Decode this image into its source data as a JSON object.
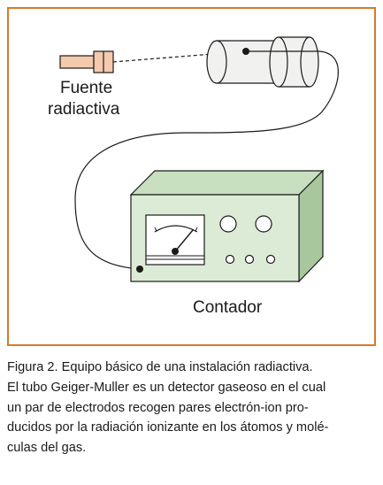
{
  "diagram": {
    "source_label_line1": "Fuente",
    "source_label_line2": "radiactiva",
    "counter_label": "Contador"
  },
  "caption": {
    "lines": [
      "Figura 2. Equipo básico de una instalación radiactiva.",
      "El tubo Geiger-Muller es un detector gaseoso en el cual",
      "un par de electrodos recogen pares electrón-ion pro-",
      "ducidos por la radiación ionizante en los átomos y molé-",
      "culas del gas."
    ]
  },
  "colors": {
    "frame_border": "#d97a2b",
    "source_fill": "#f5c9ad",
    "detector_fill": "#f1f1ef",
    "counter_front": "#dcebd6",
    "counter_top": "#c8dfc0",
    "counter_side": "#a8c79d"
  }
}
